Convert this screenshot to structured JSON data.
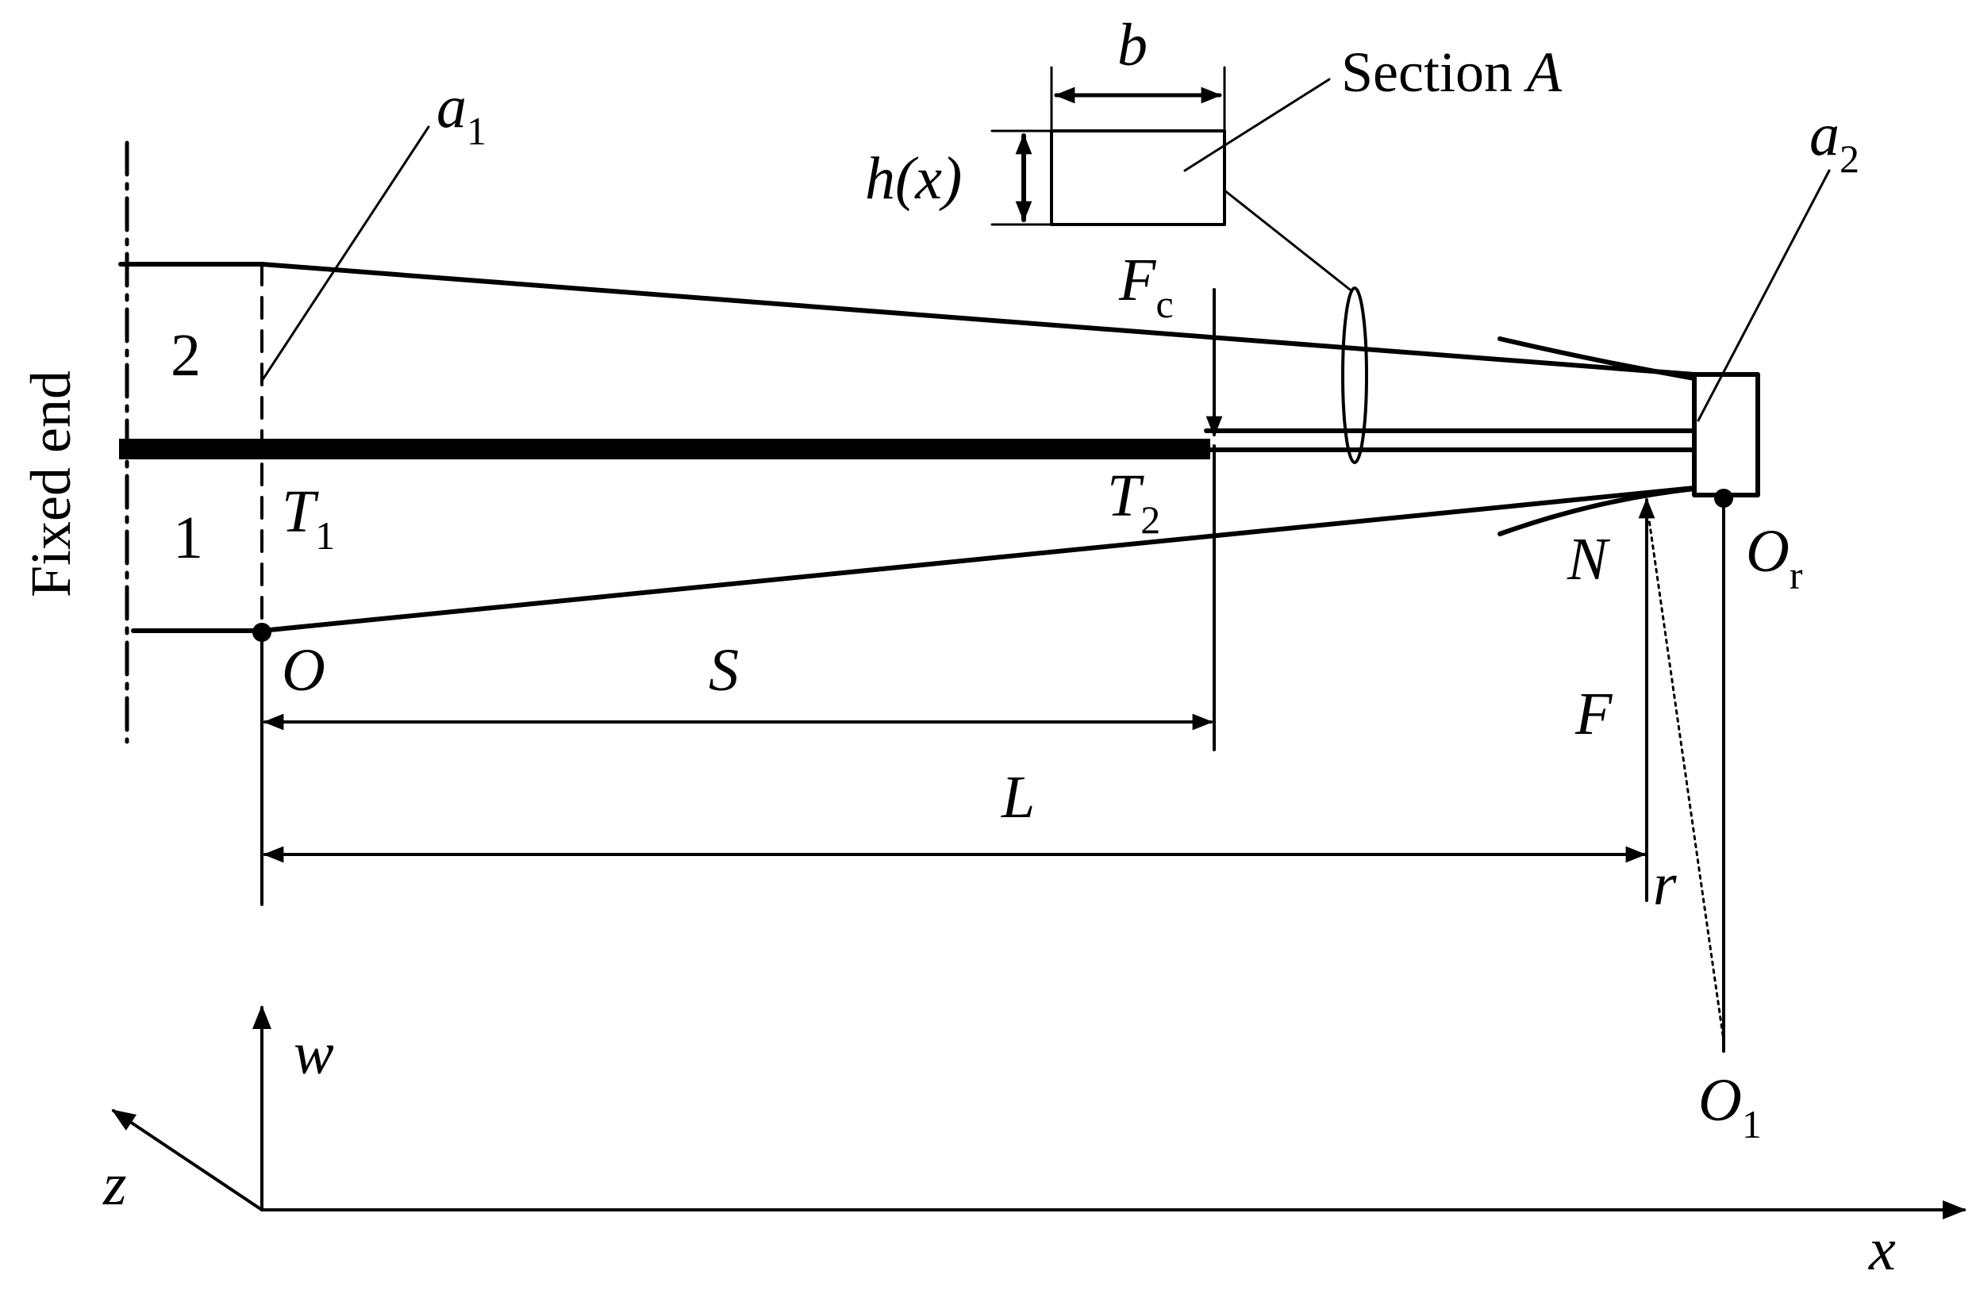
{
  "labels": {
    "fixed_end": "Fixed end",
    "section": "Section",
    "section_letter": "A",
    "b": "b",
    "hx": "h(x)",
    "a1_main": "a",
    "a1_sub": "1",
    "a2_main": "a",
    "a2_sub": "2",
    "fc_main": "F",
    "fc_sub": "c",
    "region_2": "2",
    "region_1": "1",
    "t1_main": "T",
    "t1_sub": "1",
    "t2_main": "T",
    "t2_sub": "2",
    "n": "N",
    "or_main": "O",
    "or_sub": "r",
    "o": "O",
    "s": "S",
    "l": "L",
    "f": "F",
    "r": "r",
    "w": "w",
    "z": "z",
    "x": "x",
    "o1_main": "O",
    "o1_sub": "1"
  }
}
